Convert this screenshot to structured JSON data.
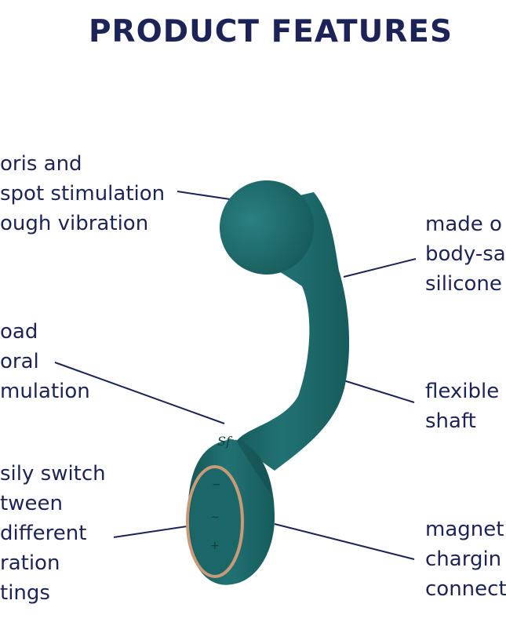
{
  "title": "PRODUCT FEATURES",
  "features": {
    "clitoris": [
      "oris and",
      "spot stimulation",
      "ough vibration"
    ],
    "broad": [
      "oad",
      "oral",
      "mulation"
    ],
    "switch": [
      "sily switch",
      "tween",
      "different",
      "ration",
      "tings"
    ],
    "material": [
      "made o",
      "body-sa",
      "silicone"
    ],
    "flexible": [
      "flexible",
      "shaft"
    ],
    "magnetic": [
      "magnet",
      "chargin",
      "connect"
    ]
  },
  "colors": {
    "text": "#1c2457",
    "product": "#1e6b6b",
    "product_dark": "#134a4c",
    "trim": "#c99a78"
  }
}
